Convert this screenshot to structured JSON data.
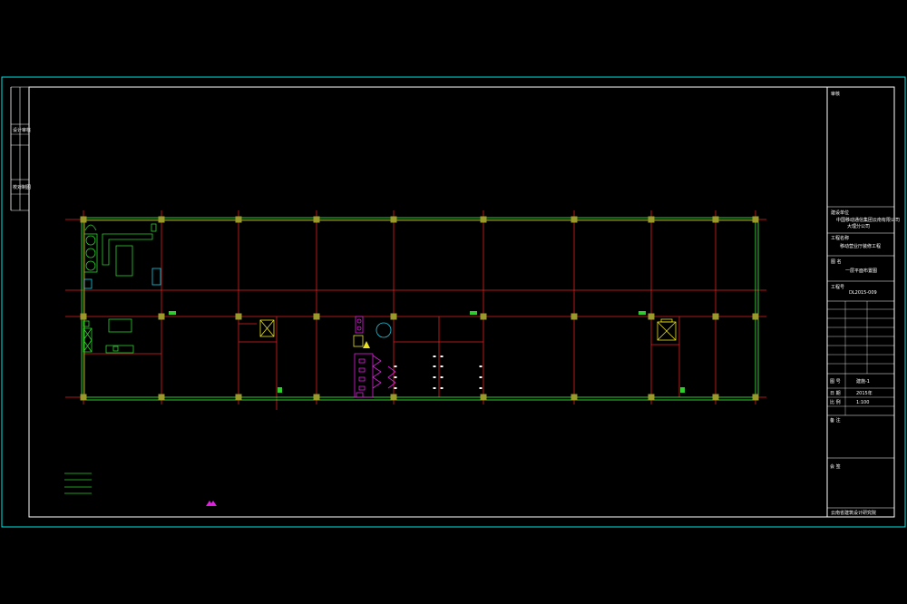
{
  "drawing": {
    "view_kind": "floor-plan",
    "colors": {
      "background": "#000000",
      "sheet_border": "#00e5e5",
      "inner_frame": "#ffffff",
      "walls": "#2ecc2e",
      "grid_axes": "#e02020",
      "columns": "#9a9a2a",
      "equipment": "#2ecc2e",
      "fixtures": "#e020e0",
      "cyan_items": "#20c8e0",
      "yellow_items": "#e8e020",
      "labels": "#ffffff"
    },
    "sidebar_labels": [
      "设计",
      "审核",
      "校对",
      "制图"
    ],
    "title_block": {
      "rows": [
        {
          "label": "审核",
          "value": ""
        },
        {
          "label": "建设单位",
          "value": "中国移动通信集团云南有限公司"
        },
        {
          "label": "",
          "value": "大理分公司"
        },
        {
          "label": "工程名称",
          "value": "移动营业厅装修工程"
        },
        {
          "label": "图 名",
          "value": "一层平面布置图"
        },
        {
          "label": "工程号",
          "value": "DL2015-009"
        },
        {
          "label": "图 号",
          "value": "建施-1"
        },
        {
          "label": "日 期",
          "value": "2015年"
        },
        {
          "label": "比 例",
          "value": "1:100"
        },
        {
          "label": "备 注",
          "value": ""
        },
        {
          "label": "会 签",
          "value": ""
        }
      ],
      "footer": "云南省建筑设计研究院"
    }
  }
}
